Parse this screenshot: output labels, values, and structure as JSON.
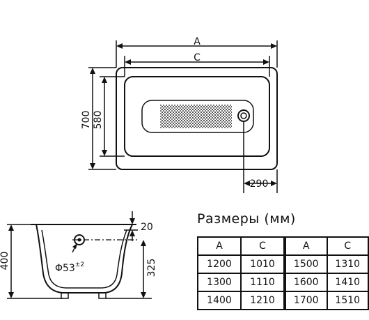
{
  "top_view": {
    "dim_a": "A",
    "dim_c": "C",
    "dim_700": "700",
    "dim_580": "580",
    "dim_290": "290"
  },
  "side_view": {
    "dim_400": "400",
    "dim_325": "325",
    "dim_20": "20",
    "drain_base": "Φ53",
    "drain_tol": "±2"
  },
  "sizes": {
    "title": "Размеры (мм)",
    "left": {
      "headers": [
        "A",
        "C"
      ],
      "rows": [
        [
          "1200",
          "1010"
        ],
        [
          "1300",
          "1110"
        ],
        [
          "1400",
          "1210"
        ]
      ]
    },
    "right": {
      "headers": [
        "A",
        "C"
      ],
      "rows": [
        [
          "1500",
          "1310"
        ],
        [
          "1600",
          "1410"
        ],
        [
          "1700",
          "1510"
        ]
      ]
    }
  }
}
